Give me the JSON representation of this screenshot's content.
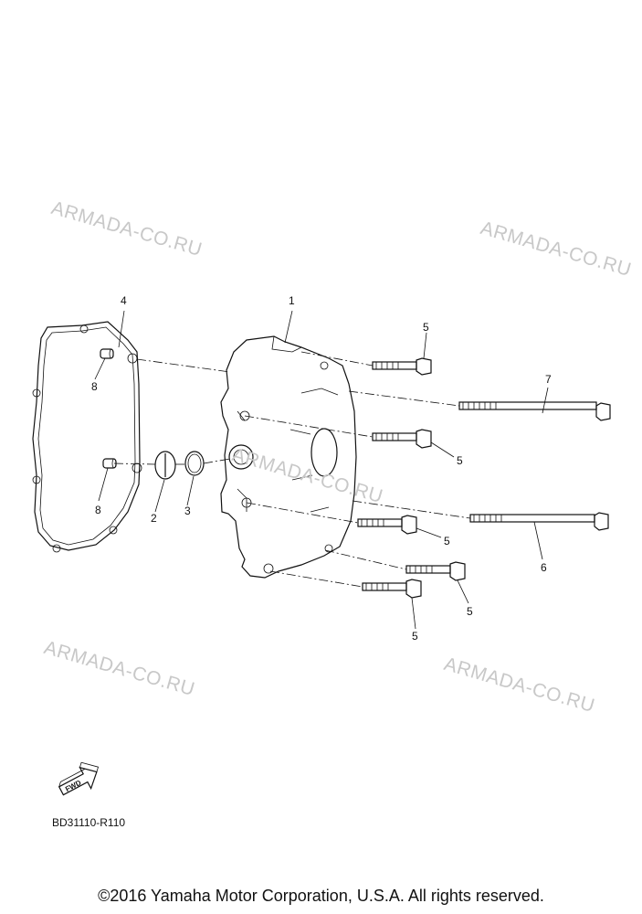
{
  "watermarks": [
    "ARMADA-CO.RU",
    "ARMADA-CO.RU",
    "ARMADA-CO.RU",
    "ARMADA-CO.RU",
    "ARMADA-CO.RU"
  ],
  "callouts": {
    "p1": "1",
    "p2": "2",
    "p3": "3",
    "p4": "4",
    "p5a": "5",
    "p5b": "5",
    "p5c": "5",
    "p5d": "5",
    "p5e": "5",
    "p6": "6",
    "p7": "7",
    "p8a": "8",
    "p8b": "8"
  },
  "fwd_label": "FWD",
  "diagram_code": "BD31110-R110",
  "copyright": "©2016 Yamaha Motor Corporation, U.S.A. All rights reserved."
}
